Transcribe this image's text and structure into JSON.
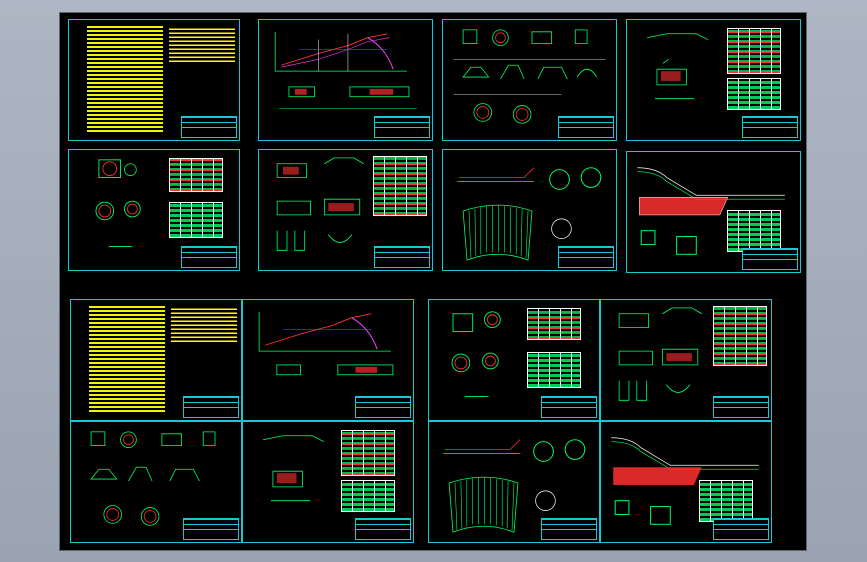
{
  "title_block_label": "",
  "colors": {
    "window_bg": "#9aa3b1",
    "model_space": "#000000",
    "sheet_border": "#18c8d8",
    "text_yellow": "#ffff00",
    "line_green": "#00ff66",
    "line_red": "#ff3030",
    "line_white": "#ffffff",
    "line_blue": "#3a6cff",
    "line_magenta": "#ff40ff"
  },
  "icons": [
    "notes-block",
    "profile-drawing",
    "section-detail",
    "rebar-table",
    "tunnel-section",
    "fan-arch",
    "title-block"
  ]
}
